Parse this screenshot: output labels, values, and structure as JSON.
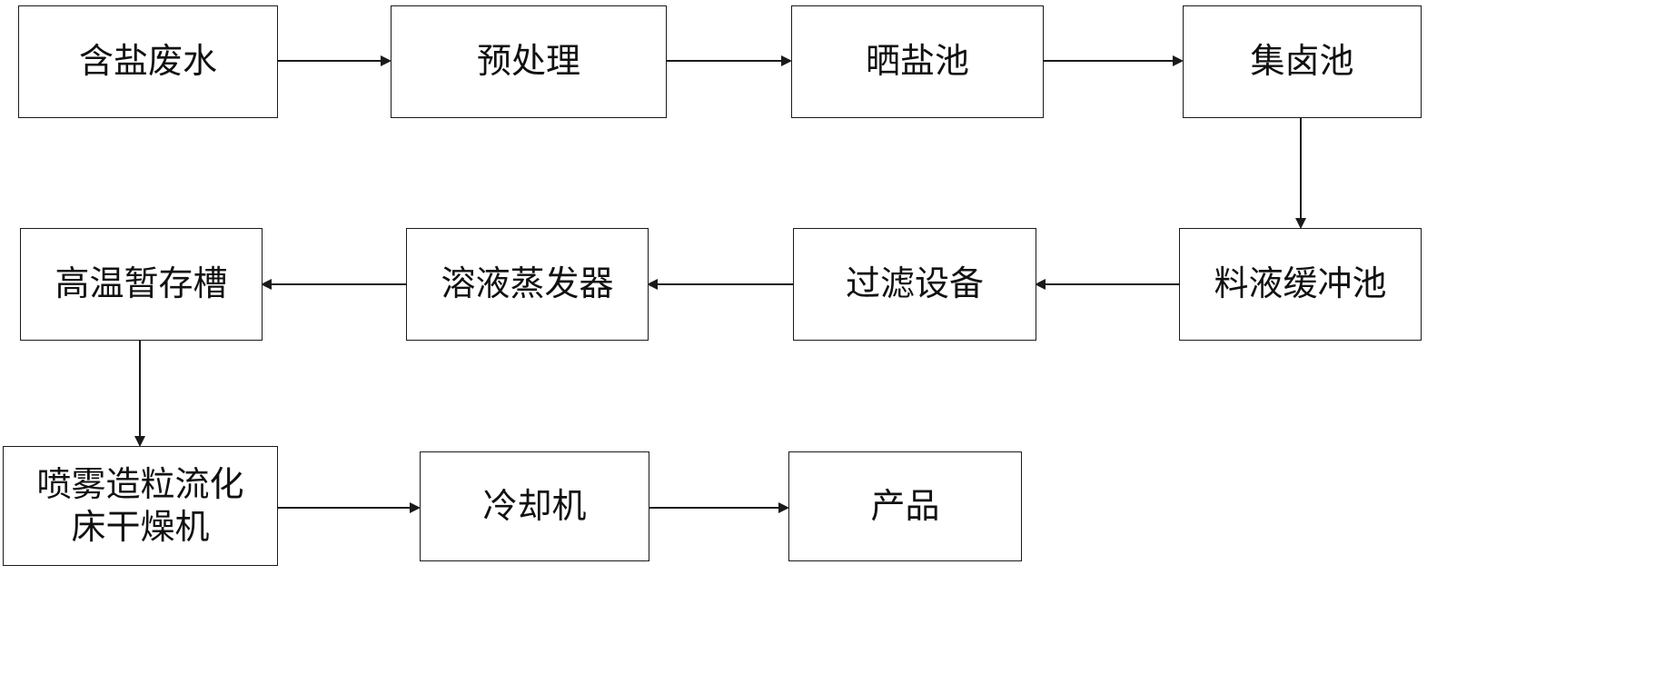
{
  "diagram": {
    "nodes": {
      "saline_wastewater": "含盐废水",
      "pretreatment": "预处理",
      "evaporation_pond": "晒盐池",
      "brine_pool": "集卤池",
      "feed_buffer_tank": "料液缓冲池",
      "filtration_equipment": "过滤设备",
      "solution_evaporator": "溶液蒸发器",
      "high_temp_storage_tank": "高温暂存槽",
      "spray_granulation_dryer_line1": "喷雾造粒流化",
      "spray_granulation_dryer_line2": "床干燥机",
      "cooler": "冷却机",
      "product": "产品"
    },
    "edges": [
      [
        "saline_wastewater",
        "pretreatment"
      ],
      [
        "pretreatment",
        "evaporation_pond"
      ],
      [
        "evaporation_pond",
        "brine_pool"
      ],
      [
        "brine_pool",
        "feed_buffer_tank"
      ],
      [
        "feed_buffer_tank",
        "filtration_equipment"
      ],
      [
        "filtration_equipment",
        "solution_evaporator"
      ],
      [
        "solution_evaporator",
        "high_temp_storage_tank"
      ],
      [
        "high_temp_storage_tank",
        "spray_granulation_dryer"
      ],
      [
        "spray_granulation_dryer",
        "cooler"
      ],
      [
        "cooler",
        "product"
      ]
    ],
    "colors": {
      "stroke": "#1a1a1a",
      "background": "#ffffff",
      "text": "#111111"
    }
  }
}
